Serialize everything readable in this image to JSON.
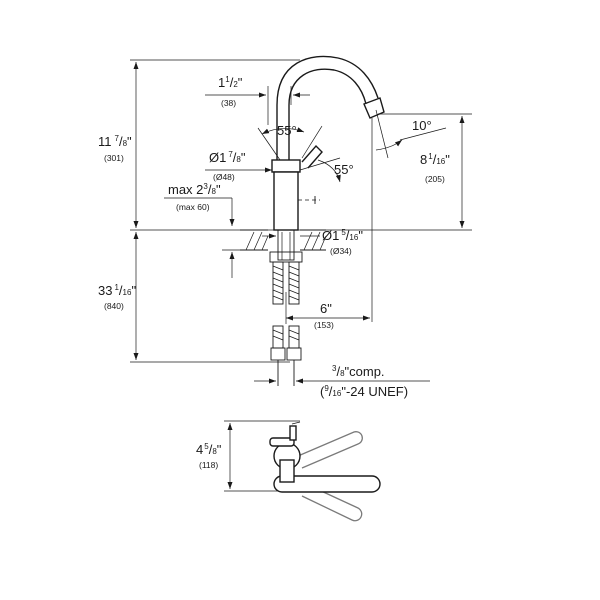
{
  "dims": {
    "total_height": {
      "whole": "11",
      "num": "7",
      "den": "8",
      "mm": "(301)"
    },
    "spout_width": {
      "whole": "1",
      "num": "1",
      "den": "2",
      "mm": "(38)"
    },
    "body_dia": {
      "whole": "Ø1",
      "num": "7",
      "den": "8",
      "mm": "(Ø48)"
    },
    "max_thick": {
      "whole": "max 2",
      "num": "3",
      "den": "8",
      "mm": "(max 60)"
    },
    "hole_dia": {
      "whole": "Ø1",
      "num": "5",
      "den": "16",
      "mm": "(Ø34)"
    },
    "hose_len": {
      "whole": "33",
      "num": "1",
      "den": "16",
      "mm": "(840)"
    },
    "spout_height": {
      "whole": "8",
      "num": "1",
      "den": "16",
      "mm": "(205)"
    },
    "reach": {
      "value": "6\"",
      "mm": "(153)"
    },
    "connection": {
      "num": "3",
      "den": "8",
      "suffix": "\"comp.",
      "line2_pre": "(",
      "line2_num": "9",
      "line2_den": "16",
      "line2_post": "\"-24 UNEF)"
    },
    "plan_depth": {
      "whole": "4",
      "num": "5",
      "den": "8",
      "mm": "(118)"
    }
  },
  "angles": {
    "lever_angle": "55°",
    "handle_angle": "55°",
    "spout_tilt": "10°"
  }
}
